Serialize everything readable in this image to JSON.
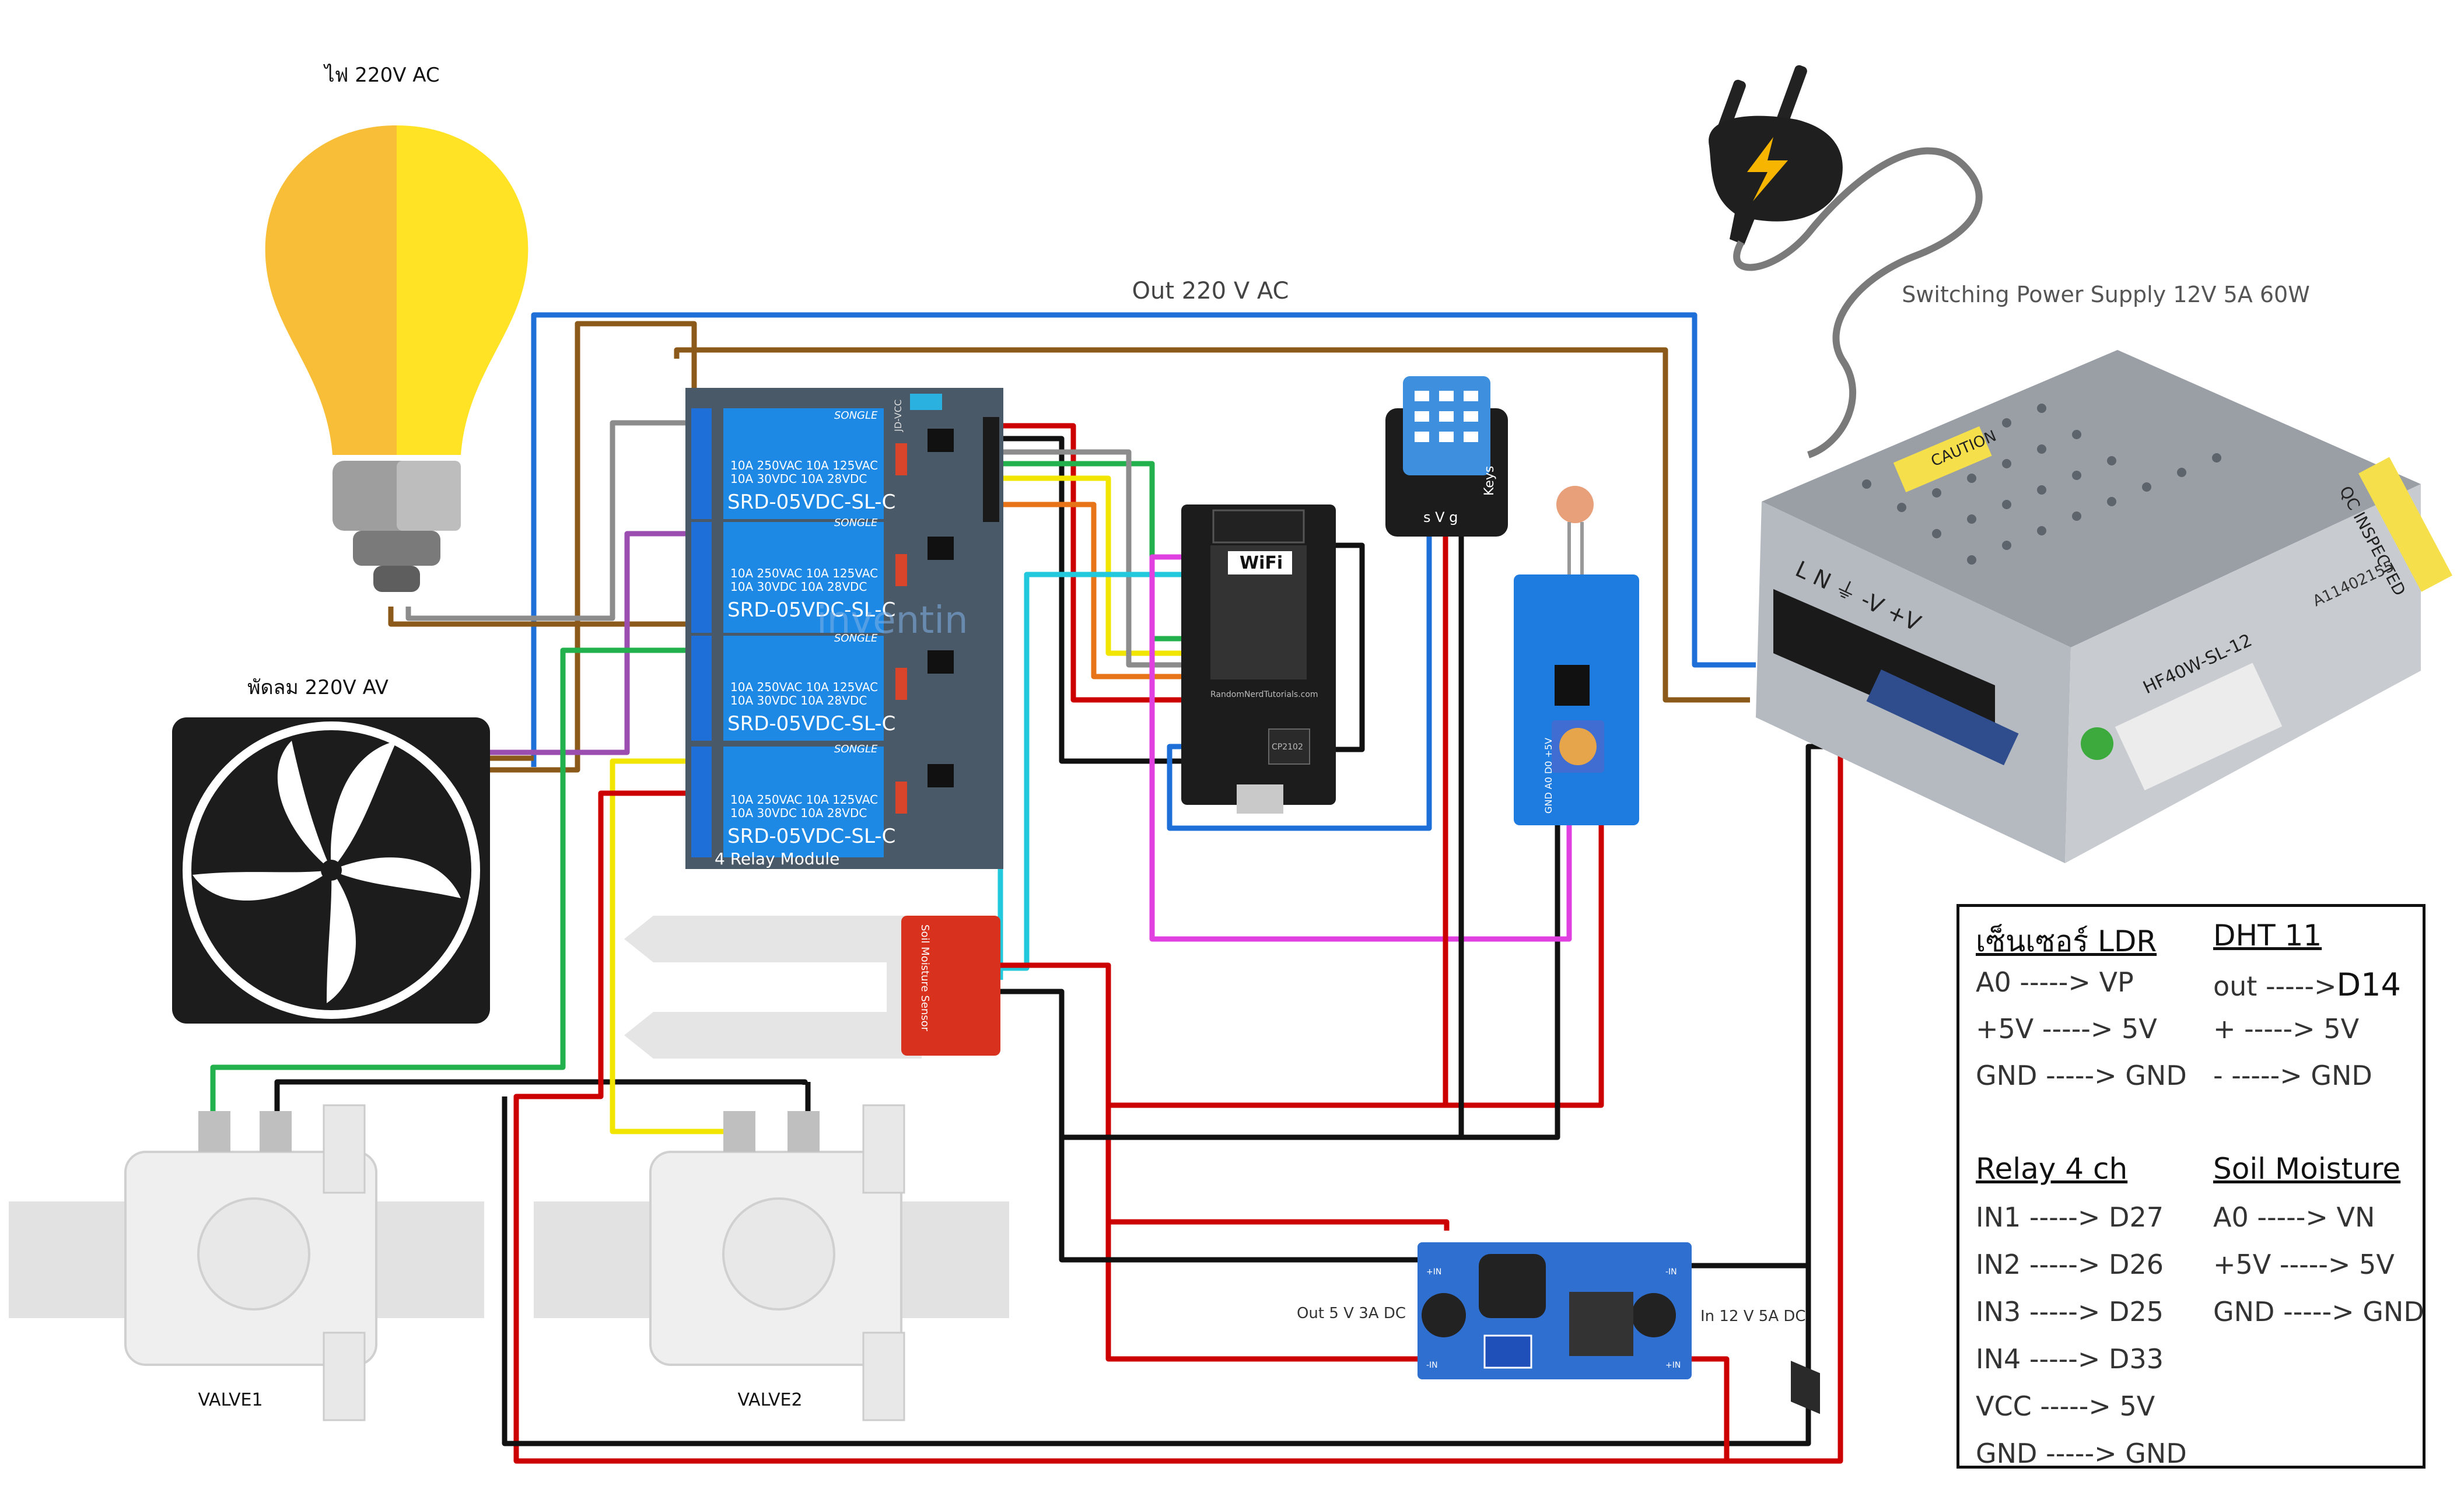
{
  "labels": {
    "lamp": "ไฟ 220V AC",
    "fan": "พัดลม 220V AV",
    "out_ac": "Out 220 V AC",
    "psu": "Switching Power Supply 12V 5A 60W",
    "valve1": "VALVE1",
    "valve2": "VALVE2",
    "buck_out": "Out 5 V 3A DC",
    "buck_in": "In 12 V 5A DC"
  },
  "components": {
    "relay": {
      "brand": "SONGLE",
      "model": "SRD-05VDC-SL-C",
      "spec1": "10A 250VAC 10A 125VAC",
      "spec2": "10A 30VDC 10A 28VDC",
      "module": "4 Relay Module",
      "jd": "JD-VCC"
    },
    "esp32": {
      "wifi": "WiFi",
      "credit": "RandomNerdTutorials.com",
      "chip": "CP2102"
    },
    "dht": {
      "pins": "s V g",
      "brand": "Keys"
    },
    "soil": {
      "label": "Soil Moisture Sensor"
    },
    "psu": {
      "model": "HF40W-SL-12",
      "caution": "CAUTION",
      "qc": "QC INSPECTED",
      "lot": "A11402155",
      "terminals": "L N ⏚ -V +V"
    },
    "ldr": {
      "pins": "GND A0 D0 +5V"
    },
    "buck": {
      "in_pos": "+IN",
      "in_neg": "-IN",
      "out_pos": "+IN",
      "out_neg": "-IN"
    },
    "watermark": "inventin"
  },
  "wiring": {
    "ldr": {
      "title": "เซ็นเซอร์ LDR",
      "rows": [
        "A0 -----> VP",
        "+5V -----> 5V",
        "GND -----> GND"
      ]
    },
    "dht": {
      "title": "DHT 11",
      "row1_prefix": "out ----->",
      "row1_pin": "D14",
      "rows": [
        "+ -----> 5V",
        "- -----> GND"
      ]
    },
    "relay": {
      "title": "Relay 4  ch",
      "rows": [
        "IN1 -----> D27",
        "IN2 -----> D26",
        "IN3 -----> D25",
        "IN4 -----> D33",
        "VCC -----> 5V",
        "GND -----> GND"
      ]
    },
    "soil": {
      "title": "Soil Moisture",
      "rows": [
        "A0 -----> VN",
        "+5V -----> 5V",
        "GND -----> GND"
      ]
    }
  },
  "colors": {
    "brown": "#8B5A1A",
    "blue": "#1E6FD8",
    "red": "#CC0000",
    "black": "#111111",
    "green": "#22B14C",
    "yellow": "#F2E500",
    "grey": "#8C8C8C",
    "purple": "#9B4DB0",
    "cyan": "#22C8DC",
    "magenta": "#E040E0",
    "orange": "#E8741A",
    "relay_blue": "#1E88E5",
    "board_grey": "#4A5968"
  }
}
